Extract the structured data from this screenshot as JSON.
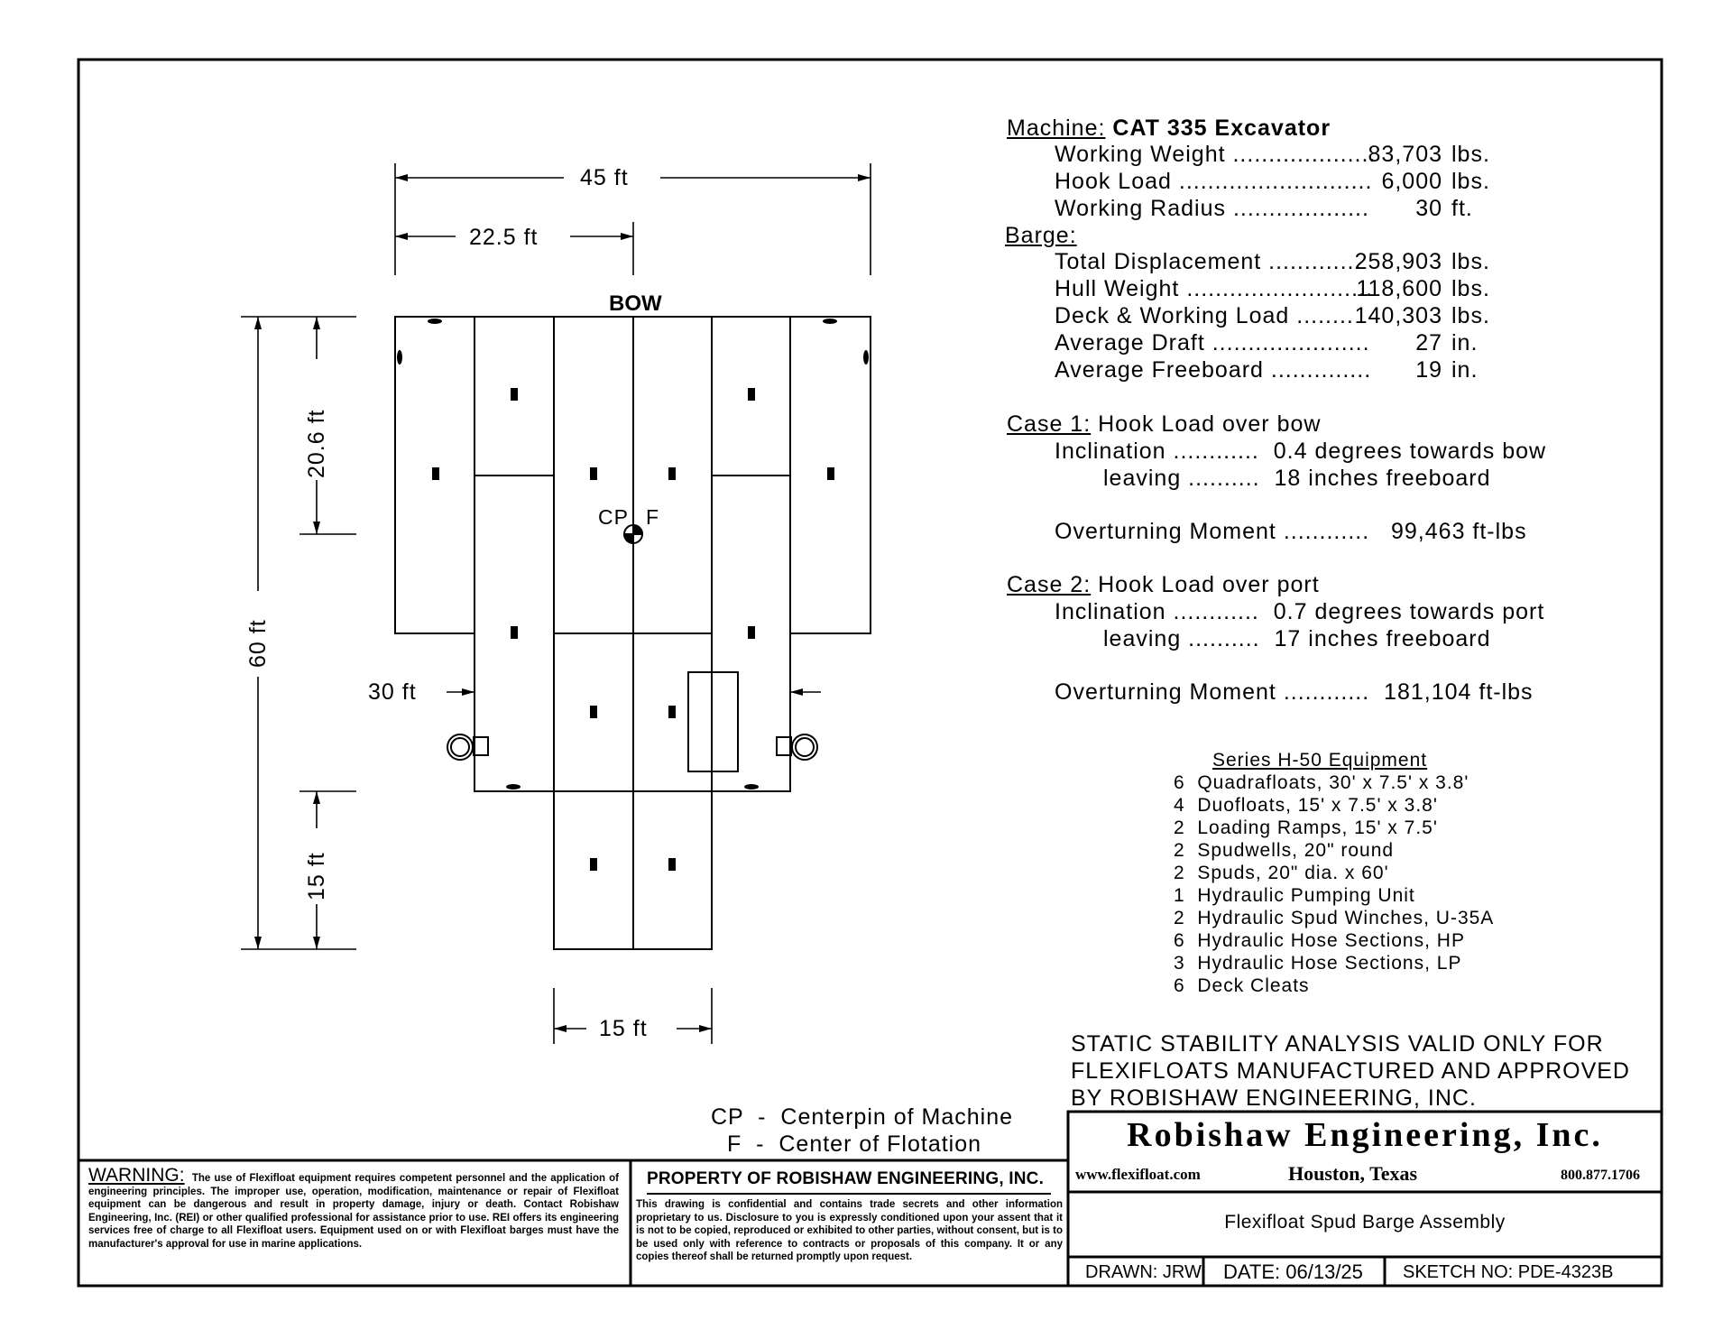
{
  "dimensions": {
    "overall_width": "45 ft",
    "half_width": "22.5 ft",
    "overall_length": "60 ft",
    "bow_section": "20.6 ft",
    "stern_section": "15 ft",
    "stern_width": "15 ft",
    "main_width": "30 ft"
  },
  "drawing_labels": {
    "bow": "BOW",
    "cp": "CP",
    "f": "F"
  },
  "machine": {
    "heading": "Machine:",
    "name": "CAT 335 Excavator",
    "rows": [
      {
        "label": "Working Weight ....................",
        "value": "83,703",
        "unit": "lbs."
      },
      {
        "label": "Hook Load ...........................",
        "value": "6,000",
        "unit": "lbs."
      },
      {
        "label": "Working Radius ...................",
        "value": "30",
        "unit": "ft."
      }
    ]
  },
  "barge": {
    "heading": "Barge:",
    "rows": [
      {
        "label": "Total Displacement .............",
        "value": "258,903",
        "unit": "lbs."
      },
      {
        "label": "Hull Weight ..........................",
        "value": "118,600",
        "unit": "lbs."
      },
      {
        "label": "Deck & Working Load ........",
        "value": "140,303",
        "unit": "lbs."
      },
      {
        "label": "Average Draft ......................",
        "value": "27",
        "unit": "in."
      },
      {
        "label": "Average Freeboard ..............",
        "value": "19",
        "unit": "in."
      }
    ]
  },
  "case1": {
    "heading": "Case 1:",
    "title": "Hook Load over bow",
    "inclination": "Inclination ............  0.4 degrees towards bow",
    "leaving": "leaving ..........  18 inches freeboard",
    "moment": "Overturning Moment ............   99,463 ft-lbs"
  },
  "case2": {
    "heading": "Case 2:",
    "title": "Hook Load over port",
    "inclination": "Inclination ............  0.7 degrees towards port",
    "leaving": "leaving ..........  17 inches freeboard",
    "moment": "Overturning Moment ............  181,104 ft-lbs"
  },
  "equipment": {
    "title": "Series H-50 Equipment",
    "items": [
      "6  Quadrafloats, 30' x 7.5' x 3.8'",
      "4  Duofloats, 15' x 7.5' x 3.8'",
      "2  Loading Ramps, 15' x 7.5'",
      "2  Spudwells, 20\" round",
      "2  Spuds, 20\" dia. x 60'",
      "1  Hydraulic Pumping Unit",
      "2  Hydraulic Spud Winches, U-35A",
      "6  Hydraulic Hose Sections, HP",
      "3  Hydraulic Hose Sections, LP",
      "6  Deck Cleats"
    ]
  },
  "stability_note": [
    "STATIC STABILITY ANALYSIS VALID ONLY FOR",
    "FLEXIFLOATS MANUFACTURED AND APPROVED",
    "BY ROBISHAW ENGINEERING, INC."
  ],
  "legend": [
    "CP  -  Centerpin of Machine",
    "F  -  Center of Flotation"
  ],
  "warning": {
    "heading": "WARNING:",
    "text": "The use of Flexifloat equipment requires competent personnel and the application of engineering principles.  The improper use, operation, modification, maintenance or repair of Flexifloat equipment can be dangerous and result in property damage, injury or death.  Contact Robishaw Engineering, Inc. (REI) or other qualified professional for assistance prior to use.  REI offers its engineering services free of charge to all Flexifloat users. Equipment used on or with Flexifloat barges must have the manufacturer's approval for use in marine applications."
  },
  "property": {
    "heading": "PROPERTY OF ROBISHAW ENGINEERING, INC.",
    "text": "This drawing is confidential and contains trade secrets and other information proprietary to us.  Disclosure to you is expressly conditioned upon your assent that it is not to be copied, reproduced or exhibited to other parties, without consent, but is to be used only with reference to contracts or proposals of this company. It or any copies thereof shall be returned promptly upon request."
  },
  "title_block": {
    "company": "Robishaw Engineering, Inc.",
    "website": "www.flexifloat.com",
    "location": "Houston, Texas",
    "phone": "800.877.1706",
    "title": "Flexifloat Spud Barge Assembly",
    "drawn": "DRAWN: JRW",
    "date": "DATE: 06/13/25",
    "sketch": "SKETCH NO: PDE-4323B"
  }
}
